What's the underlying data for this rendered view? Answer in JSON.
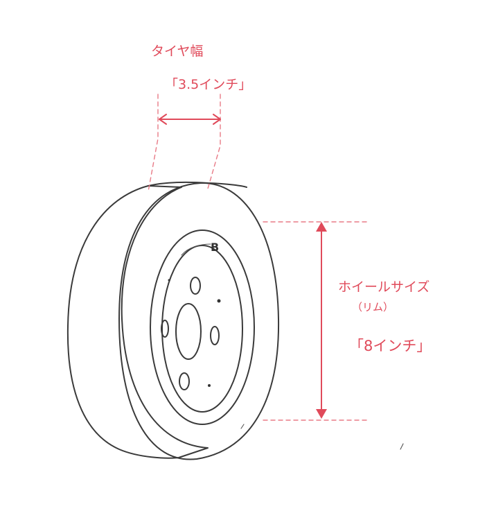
{
  "tire_width": {
    "title": "タイヤ幅",
    "value": "「3.5インチ」"
  },
  "wheel_size": {
    "title": "ホイールサイズ",
    "subtitle": "（リム）",
    "value": "「8インチ」"
  },
  "rim_mark": "B",
  "colors": {
    "annotation": "#e04a5a",
    "ink": "#3a3a3a"
  }
}
